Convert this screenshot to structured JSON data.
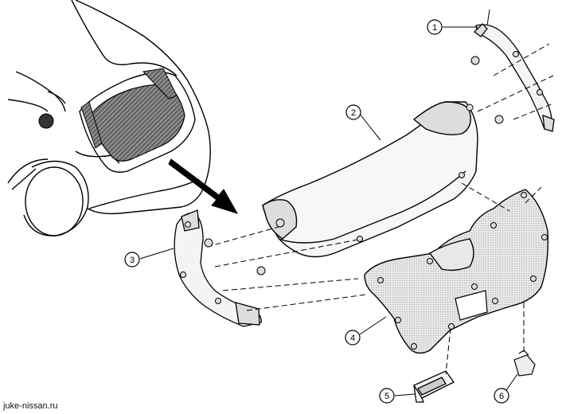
{
  "watermark": "juke-nissan.ru",
  "callouts": [
    {
      "id": "callout-1",
      "label": "1"
    },
    {
      "id": "callout-2",
      "label": "2"
    },
    {
      "id": "callout-3",
      "label": "3"
    },
    {
      "id": "callout-4",
      "label": "4"
    },
    {
      "id": "callout-5",
      "label": "5"
    },
    {
      "id": "callout-6",
      "label": "6"
    }
  ],
  "colors": {
    "line": "#000000",
    "hatch": "#555555",
    "panel": "#eeeeee"
  }
}
